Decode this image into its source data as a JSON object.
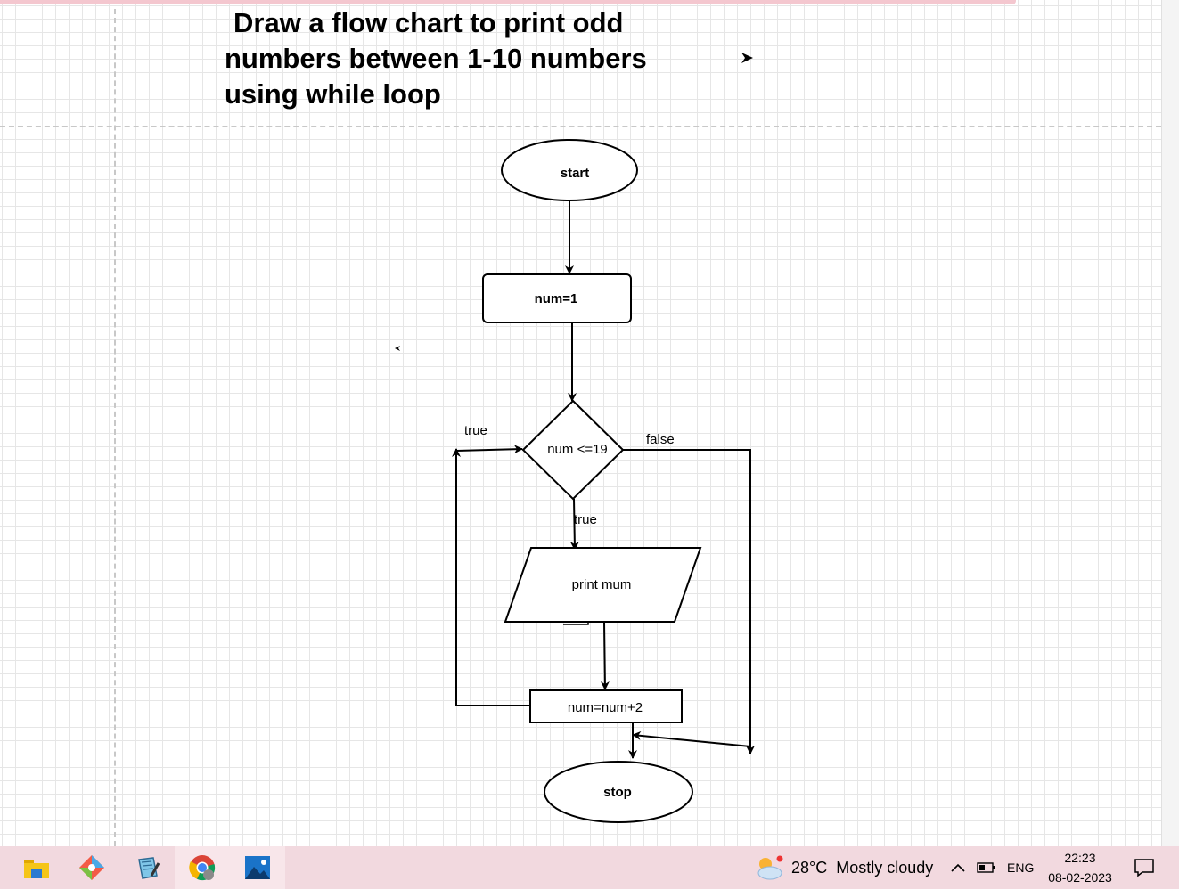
{
  "diagram": {
    "title_lines": [
      "Draw a flow chart to print odd",
      "numbers between 1-10 numbers",
      "using while loop"
    ],
    "nodes": {
      "start": "start",
      "init": "num=1",
      "condition": "num <=19",
      "print": "print mum",
      "increment": "num=num+2",
      "stop": "stop"
    },
    "edge_labels": {
      "loop_true": "true",
      "cond_true": "true",
      "cond_false": "false"
    }
  },
  "taskbar": {
    "apps": [
      {
        "name": "file-explorer-icon",
        "active": true
      },
      {
        "name": "git-client-icon",
        "active": false
      },
      {
        "name": "notepad-icon",
        "active": false
      },
      {
        "name": "chrome-icon",
        "active": true
      },
      {
        "name": "photos-icon",
        "active": true
      }
    ],
    "weather": {
      "temperature": "28°C",
      "condition": "Mostly cloudy"
    },
    "language": "ENG",
    "time": "22:23",
    "date": "08-02-2023"
  },
  "colors": {
    "taskbar_bg": "#f2d9df",
    "active_indicator": "#3a76c4",
    "grid_line": "#e6e6e6",
    "page_break": "#c8c8c8"
  }
}
